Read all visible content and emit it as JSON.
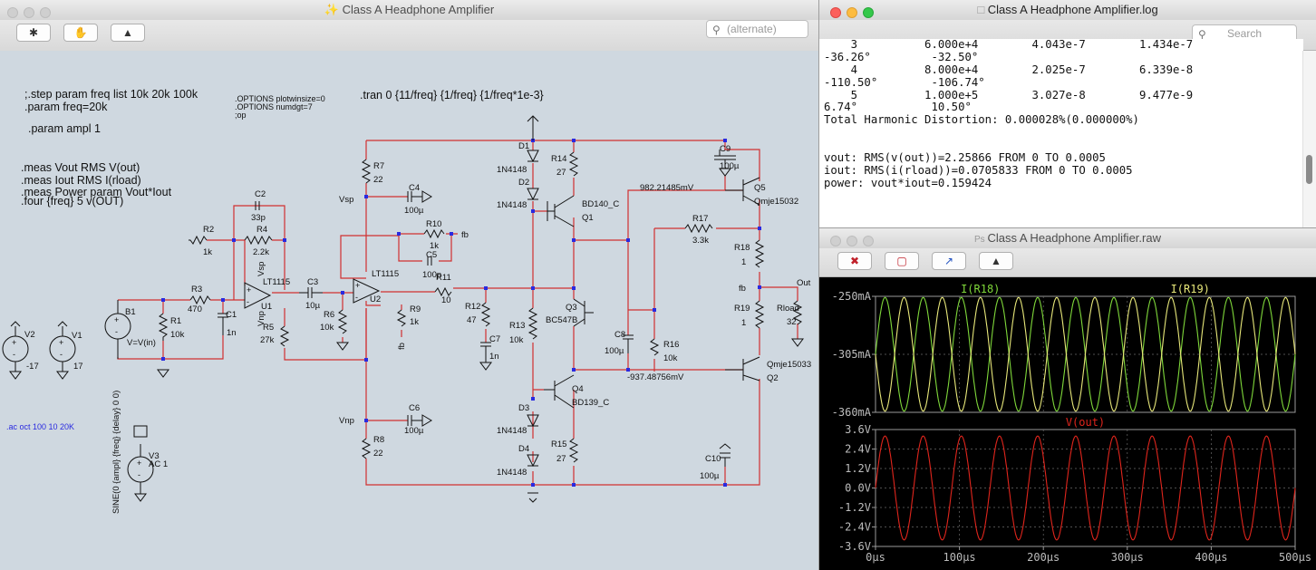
{
  "schematic_window": {
    "title": "Class A Headphone Amplifier",
    "search_placeholder": "(alternate)",
    "toolbar": {
      "run_icon": "run-icon",
      "pan_icon": "hand-icon",
      "probe_icon": "probe-icon"
    },
    "directives": [
      ";.step param freq list 10k 20k 100k",
      ".param freq=20k",
      ".param ampl 1",
      ".meas Vout RMS V(out)",
      ".meas Iout RMS I(rload)",
      ".meas Power param Vout*Iout",
      ".four {freq} 5 v(OUT)"
    ],
    "options": [
      ".OPTIONS plotwinsize=0",
      ".OPTIONS numdgt=7",
      ";op"
    ],
    "tran": ".tran 0 {11/freq} {1/freq} {1/freq*1e-3}",
    "ac": ".ac oct 100 10 20K",
    "components": {
      "V2": "V2",
      "V2v": "-17",
      "V1": "V1",
      "V1v": "17",
      "B1": "B1",
      "B1v": "V=V(in)",
      "R1": "R1",
      "R1v": "10k",
      "R3": "R3",
      "R3v": "470",
      "C1": "C1",
      "C1v": "1n",
      "R2": "R2",
      "R2v": "1k",
      "R4": "R4",
      "R4v": "2.2k",
      "C2": "C2",
      "C2v": "33p",
      "U1": "U1",
      "U1t": "LT1115",
      "R5": "R5",
      "R5v": "27k",
      "C3": "C3",
      "C3v": "10µ",
      "R6": "R6",
      "R6v": "10k",
      "U2": "U2",
      "U2t": "LT1115",
      "R7": "R7",
      "R7v": "22",
      "C4": "C4",
      "C4v": "100µ",
      "R10": "R10",
      "R10v": "1k",
      "C5": "C5",
      "C5v": "100p",
      "R9": "R9",
      "R9v": "1k",
      "R11": "R11",
      "R11v": "10",
      "R12": "R12",
      "R12v": "47",
      "C7": "C7",
      "C7v": "1n",
      "C6": "C6",
      "C6v": "100µ",
      "R8": "R8",
      "R8v": "22",
      "D1": "D1",
      "D2": "D2",
      "D3": "D3",
      "D4": "D4",
      "Dv": "1N4148",
      "R13": "R13",
      "R13v": "10k",
      "R14": "R14",
      "R14v": "27",
      "R15": "R15",
      "R15v": "27",
      "Q1": "Q1",
      "Q1t": "BD140_C",
      "Q3": "Q3",
      "Q3t": "BC547B",
      "Q4": "Q4",
      "Q4t": "BD139_C",
      "C8": "C8",
      "C8v": "100µ",
      "R16": "R16",
      "R16v": "10k",
      "R17": "R17",
      "R17v": "3.3k",
      "C9": "C9",
      "C9v": "100µ",
      "Q5": "Q5",
      "Q5t": "Qmje15032",
      "Q2": "Q2",
      "Q2t": "Qmje15033",
      "R18": "R18",
      "R18v": "1",
      "R19": "R19",
      "R19v": "1",
      "Rload": "Rload",
      "Rloadv": "32",
      "C10": "C10",
      "C10v": "100µ",
      "V3": "V3",
      "V3t": "AC 1",
      "V3sine": "SINE(0 {ampl} {freq} {delay} 0 0)",
      "vsp": "Vsp",
      "vnp": "Vnp",
      "fb": "fb",
      "out": "Out",
      "ann1": "982.21485mV",
      "ann2": "-937.48756mV"
    }
  },
  "log_window": {
    "title": "Class A Headphone Amplifier.log",
    "search_placeholder": "Search",
    "lines": [
      "    3          6.000e+4        4.043e-7        1.434e-7",
      "-36.26°         -32.50°",
      "    4          8.000e+4        2.025e-7        6.339e-8",
      "-110.50°        -106.74°",
      "    5          1.000e+5        3.027e-8        9.477e-9",
      "6.74°           10.50°",
      "Total Harmonic Distortion: 0.000028%(0.000000%)",
      "",
      "",
      "vout: RMS(v(out))=2.25866 FROM 0 TO 0.0005",
      "iout: RMS(i(rload))=0.0705833 FROM 0 TO 0.0005",
      "power: vout*iout=0.159424"
    ]
  },
  "raw_window": {
    "title": "Class A Headphone Amplifier.raw",
    "toolbar": [
      "autorange-icon",
      "zoom-area-icon",
      "zoom-out-icon",
      "probe-icon"
    ]
  },
  "chart_data": [
    {
      "type": "line",
      "series": [
        {
          "name": "I(R18)",
          "color": "#7fd83a",
          "shape": "sine",
          "cycles": 11,
          "min": -360,
          "max": -250
        },
        {
          "name": "I(R19)",
          "color": "#e8e87a",
          "shape": "sine",
          "cycles": 11,
          "min": -360,
          "max": -250
        }
      ],
      "ytick_labels": [
        "-250mA",
        "-305mA",
        "-360mA"
      ],
      "ylim": [
        -360,
        -250
      ]
    },
    {
      "type": "line",
      "series": [
        {
          "name": "V(out)",
          "color": "#e0251c",
          "shape": "sine",
          "cycles": 11,
          "amplitude": 3.2
        }
      ],
      "ytick_labels": [
        "3.6V",
        "2.4V",
        "1.2V",
        "0.0V",
        "-1.2V",
        "-2.4V",
        "-3.6V"
      ],
      "ylim": [
        -3.6,
        3.6
      ],
      "xtick_labels": [
        "0µs",
        "100µs",
        "200µs",
        "300µs",
        "400µs",
        "500µs"
      ],
      "xlim": [
        0,
        500
      ]
    }
  ]
}
